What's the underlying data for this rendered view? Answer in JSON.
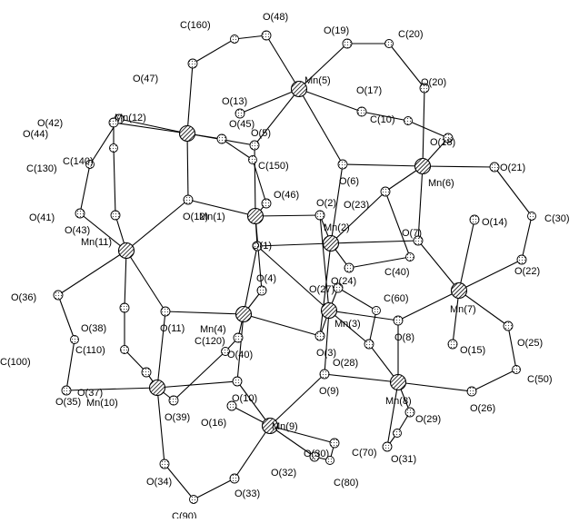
{
  "atoms": {
    "Mn(1)": {
      "label": "Mn(1)",
      "el": "Mn"
    },
    "Mn(2)": {
      "label": "Mn(2)",
      "el": "Mn"
    },
    "Mn(3)": {
      "label": "Mn(3)",
      "el": "Mn"
    },
    "Mn(4)": {
      "label": "Mn(4)",
      "el": "Mn"
    },
    "Mn(5)": {
      "label": "Mn(5)",
      "el": "Mn"
    },
    "Mn(6)": {
      "label": "Mn(6)",
      "el": "Mn"
    },
    "Mn(7)": {
      "label": "Mn(7)",
      "el": "Mn"
    },
    "Mn(8)": {
      "label": "Mn(8)",
      "el": "Mn"
    },
    "Mn(9)": {
      "label": "Mn(9)",
      "el": "Mn"
    },
    "Mn(10)": {
      "label": "Mn(10)",
      "el": "Mn"
    },
    "Mn(11)": {
      "label": "Mn(11)",
      "el": "Mn"
    },
    "Mn(12)": {
      "label": "Mn(12)",
      "el": "Mn"
    },
    "O(1)": {
      "label": "O(1)",
      "el": "O"
    },
    "O(2)": {
      "label": "O(2)",
      "el": "O"
    },
    "O(3)": {
      "label": "O(3)",
      "el": "O"
    },
    "O(4)": {
      "label": "O(4)",
      "el": "O"
    },
    "O(5)": {
      "label": "O(5)",
      "el": "O"
    },
    "O(6)": {
      "label": "O(6)",
      "el": "O"
    },
    "O(7)": {
      "label": "O(7)",
      "el": "O"
    },
    "O(8)": {
      "label": "O(8)",
      "el": "O"
    },
    "O(9)": {
      "label": "O(9)",
      "el": "O"
    },
    "O(10)": {
      "label": "O(10)",
      "el": "O"
    },
    "O(11)": {
      "label": "O(11)",
      "el": "O"
    },
    "O(12)": {
      "label": "O(12)",
      "el": "O"
    },
    "O(13)": {
      "label": "O(13)",
      "el": "O"
    },
    "O(14)": {
      "label": "O(14)",
      "el": "O"
    },
    "O(15)": {
      "label": "O(15)",
      "el": "O"
    },
    "O(16)": {
      "label": "O(16)",
      "el": "O"
    },
    "O(17)": {
      "label": "O(17)",
      "el": "O"
    },
    "O(18)": {
      "label": "O(18)",
      "el": "O"
    },
    "O(19)": {
      "label": "O(19)",
      "el": "O"
    },
    "O(20)": {
      "label": "O(20)",
      "el": "O"
    },
    "O(21)": {
      "label": "O(21)",
      "el": "O"
    },
    "O(22)": {
      "label": "O(22)",
      "el": "O"
    },
    "O(23)": {
      "label": "O(23)",
      "el": "O"
    },
    "O(24)": {
      "label": "O(24)",
      "el": "O"
    },
    "O(25)": {
      "label": "O(25)",
      "el": "O"
    },
    "O(26)": {
      "label": "O(26)",
      "el": "O"
    },
    "O(27)": {
      "label": "O(27)",
      "el": "O"
    },
    "O(28)": {
      "label": "O(28)",
      "el": "O"
    },
    "O(29)": {
      "label": "O(29)",
      "el": "O"
    },
    "O(30)": {
      "label": "O(30)",
      "el": "O"
    },
    "O(31)": {
      "label": "O(31)",
      "el": "O"
    },
    "O(32)": {
      "label": "O(32)",
      "el": "O"
    },
    "O(33)": {
      "label": "O(33)",
      "el": "O"
    },
    "O(34)": {
      "label": "O(34)",
      "el": "O"
    },
    "O(35)": {
      "label": "O(35)",
      "el": "O"
    },
    "O(36)": {
      "label": "O(36)",
      "el": "O"
    },
    "O(37)": {
      "label": "O(37)",
      "el": "O"
    },
    "O(38)": {
      "label": "O(38)",
      "el": "O"
    },
    "O(39)": {
      "label": "O(39)",
      "el": "O"
    },
    "O(40)": {
      "label": "O(40)",
      "el": "O"
    },
    "O(41)": {
      "label": "O(41)",
      "el": "O"
    },
    "O(42)": {
      "label": "O(42)",
      "el": "O"
    },
    "O(43)": {
      "label": "O(43)",
      "el": "O"
    },
    "O(44)": {
      "label": "O(44)",
      "el": "O"
    },
    "O(45)": {
      "label": "O(45)",
      "el": "O"
    },
    "O(46)": {
      "label": "O(46)",
      "el": "O"
    },
    "O(47)": {
      "label": "O(47)",
      "el": "O"
    },
    "O(48)": {
      "label": "O(48)",
      "el": "O"
    },
    "C(10)": {
      "label": "C(10)",
      "el": "C"
    },
    "C(20)": {
      "label": "C(20)",
      "el": "C"
    },
    "C(30)": {
      "label": "C(30)",
      "el": "C"
    },
    "C(40)": {
      "label": "C(40)",
      "el": "C"
    },
    "C(50)": {
      "label": "C(50)",
      "el": "C"
    },
    "C(60)": {
      "label": "C(60)",
      "el": "C"
    },
    "C(70)": {
      "label": "C(70)",
      "el": "C"
    },
    "C(80)": {
      "label": "C(80)",
      "el": "C"
    },
    "C(90)": {
      "label": "C(90)",
      "el": "C"
    },
    "C(100)": {
      "label": "C(100)",
      "el": "C"
    },
    "C(110)": {
      "label": "C(110)",
      "el": "C"
    },
    "C(120)": {
      "label": "C(120)",
      "el": "C"
    },
    "C(130)": {
      "label": "C(130)",
      "el": "C"
    },
    "C(140)": {
      "label": "C(140)",
      "el": "C"
    },
    "C(150)": {
      "label": "C(150)",
      "el": "C"
    },
    "C(160)": {
      "label": "C(160)",
      "el": "C"
    }
  },
  "bonds": [
    [
      "Mn(1)",
      "O(1)"
    ],
    [
      "Mn(1)",
      "O(2)"
    ],
    [
      "Mn(1)",
      "O(5)"
    ],
    [
      "Mn(1)",
      "O(12)"
    ],
    [
      "Mn(1)",
      "O(4)"
    ],
    [
      "Mn(1)",
      "O(46)"
    ],
    [
      "Mn(2)",
      "O(1)"
    ],
    [
      "Mn(2)",
      "O(2)"
    ],
    [
      "Mn(2)",
      "O(6)"
    ],
    [
      "Mn(2)",
      "O(7)"
    ],
    [
      "Mn(2)",
      "O(3)"
    ],
    [
      "Mn(2)",
      "O(24)"
    ],
    [
      "Mn(2)",
      "O(23)"
    ],
    [
      "Mn(3)",
      "O(3)"
    ],
    [
      "Mn(3)",
      "O(8)"
    ],
    [
      "Mn(3)",
      "O(9)"
    ],
    [
      "Mn(3)",
      "O(1)"
    ],
    [
      "Mn(3)",
      "O(2)"
    ],
    [
      "Mn(3)",
      "O(27)"
    ],
    [
      "Mn(3)",
      "O(28)"
    ],
    [
      "Mn(4)",
      "O(3)"
    ],
    [
      "Mn(4)",
      "O(4)"
    ],
    [
      "Mn(4)",
      "O(11)"
    ],
    [
      "Mn(4)",
      "O(10)"
    ],
    [
      "Mn(4)",
      "O(1)"
    ],
    [
      "Mn(4)",
      "O(40)"
    ],
    [
      "Mn(5)",
      "O(5)"
    ],
    [
      "Mn(5)",
      "O(6)"
    ],
    [
      "Mn(5)",
      "O(13)"
    ],
    [
      "Mn(5)",
      "O(17)"
    ],
    [
      "Mn(5)",
      "O(19)"
    ],
    [
      "Mn(5)",
      "O(48)"
    ],
    [
      "Mn(6)",
      "O(6)"
    ],
    [
      "Mn(6)",
      "O(7)"
    ],
    [
      "Mn(6)",
      "O(18)"
    ],
    [
      "Mn(6)",
      "O(20)"
    ],
    [
      "Mn(6)",
      "O(21)"
    ],
    [
      "Mn(6)",
      "O(23)"
    ],
    [
      "Mn(7)",
      "O(7)"
    ],
    [
      "Mn(7)",
      "O(8)"
    ],
    [
      "Mn(7)",
      "O(14)"
    ],
    [
      "Mn(7)",
      "O(15)"
    ],
    [
      "Mn(7)",
      "O(22)"
    ],
    [
      "Mn(7)",
      "O(25)"
    ],
    [
      "Mn(8)",
      "O(8)"
    ],
    [
      "Mn(8)",
      "O(9)"
    ],
    [
      "Mn(8)",
      "O(26)"
    ],
    [
      "Mn(8)",
      "O(28)"
    ],
    [
      "Mn(8)",
      "O(29)"
    ],
    [
      "Mn(8)",
      "O(31)"
    ],
    [
      "Mn(9)",
      "O(9)"
    ],
    [
      "Mn(9)",
      "O(10)"
    ],
    [
      "Mn(9)",
      "O(16)"
    ],
    [
      "Mn(9)",
      "O(30)"
    ],
    [
      "Mn(9)",
      "O(32)"
    ],
    [
      "Mn(9)",
      "O(33)"
    ],
    [
      "Mn(10)",
      "O(11)"
    ],
    [
      "Mn(10)",
      "O(10)"
    ],
    [
      "Mn(10)",
      "O(37)"
    ],
    [
      "Mn(10)",
      "O(39)"
    ],
    [
      "Mn(10)",
      "O(34)"
    ],
    [
      "Mn(10)",
      "O(35)"
    ],
    [
      "Mn(11)",
      "O(11)"
    ],
    [
      "Mn(11)",
      "O(12)"
    ],
    [
      "Mn(11)",
      "O(36)"
    ],
    [
      "Mn(11)",
      "O(38)"
    ],
    [
      "Mn(11)",
      "O(41)"
    ],
    [
      "Mn(11)",
      "O(43)"
    ],
    [
      "Mn(12)",
      "O(12)"
    ],
    [
      "Mn(12)",
      "O(5)"
    ],
    [
      "Mn(12)",
      "O(44)"
    ],
    [
      "Mn(12)",
      "O(45)"
    ],
    [
      "Mn(12)",
      "O(47)"
    ],
    [
      "Mn(12)",
      "O(42)"
    ],
    [
      "O(17)",
      "C(10)"
    ],
    [
      "C(10)",
      "O(18)"
    ],
    [
      "O(19)",
      "C(20)"
    ],
    [
      "C(20)",
      "O(20)"
    ],
    [
      "O(21)",
      "C(30)"
    ],
    [
      "C(30)",
      "O(22)"
    ],
    [
      "O(23)",
      "C(40)"
    ],
    [
      "C(40)",
      "O(24)"
    ],
    [
      "O(25)",
      "C(50)"
    ],
    [
      "C(50)",
      "O(26)"
    ],
    [
      "O(27)",
      "C(60)"
    ],
    [
      "C(60)",
      "O(28)"
    ],
    [
      "O(29)",
      "C(70)"
    ],
    [
      "C(70)",
      "O(31)"
    ],
    [
      "O(30)",
      "C(80)"
    ],
    [
      "C(80)",
      "O(32)"
    ],
    [
      "O(33)",
      "C(90)"
    ],
    [
      "C(90)",
      "O(34)"
    ],
    [
      "O(35)",
      "C(100)"
    ],
    [
      "C(100)",
      "O(36)"
    ],
    [
      "O(37)",
      "C(110)"
    ],
    [
      "C(110)",
      "O(38)"
    ],
    [
      "O(39)",
      "C(120)"
    ],
    [
      "C(120)",
      "O(40)"
    ],
    [
      "O(41)",
      "C(130)"
    ],
    [
      "C(130)",
      "O(42)"
    ],
    [
      "O(43)",
      "C(140)"
    ],
    [
      "C(140)",
      "O(44)"
    ],
    [
      "O(45)",
      "C(150)"
    ],
    [
      "C(150)",
      "O(46)"
    ],
    [
      "O(47)",
      "C(160)"
    ],
    [
      "C(160)",
      "O(48)"
    ]
  ]
}
